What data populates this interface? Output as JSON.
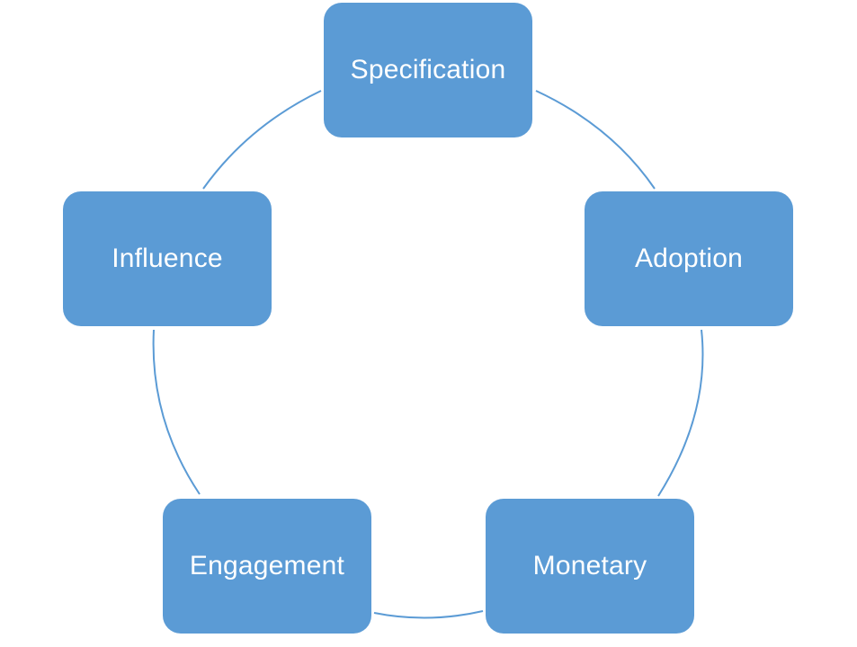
{
  "colors": {
    "node_fill": "#5b9bd5",
    "connector": "#5b9bd5",
    "node_text": "#ffffff",
    "background": "#ffffff"
  },
  "diagram": {
    "type": "cycle",
    "nodes": [
      {
        "id": "specification",
        "label": "Specification"
      },
      {
        "id": "adoption",
        "label": "Adoption"
      },
      {
        "id": "monetary",
        "label": "Monetary"
      },
      {
        "id": "engagement",
        "label": "Engagement"
      },
      {
        "id": "influence",
        "label": "Influence"
      }
    ]
  }
}
